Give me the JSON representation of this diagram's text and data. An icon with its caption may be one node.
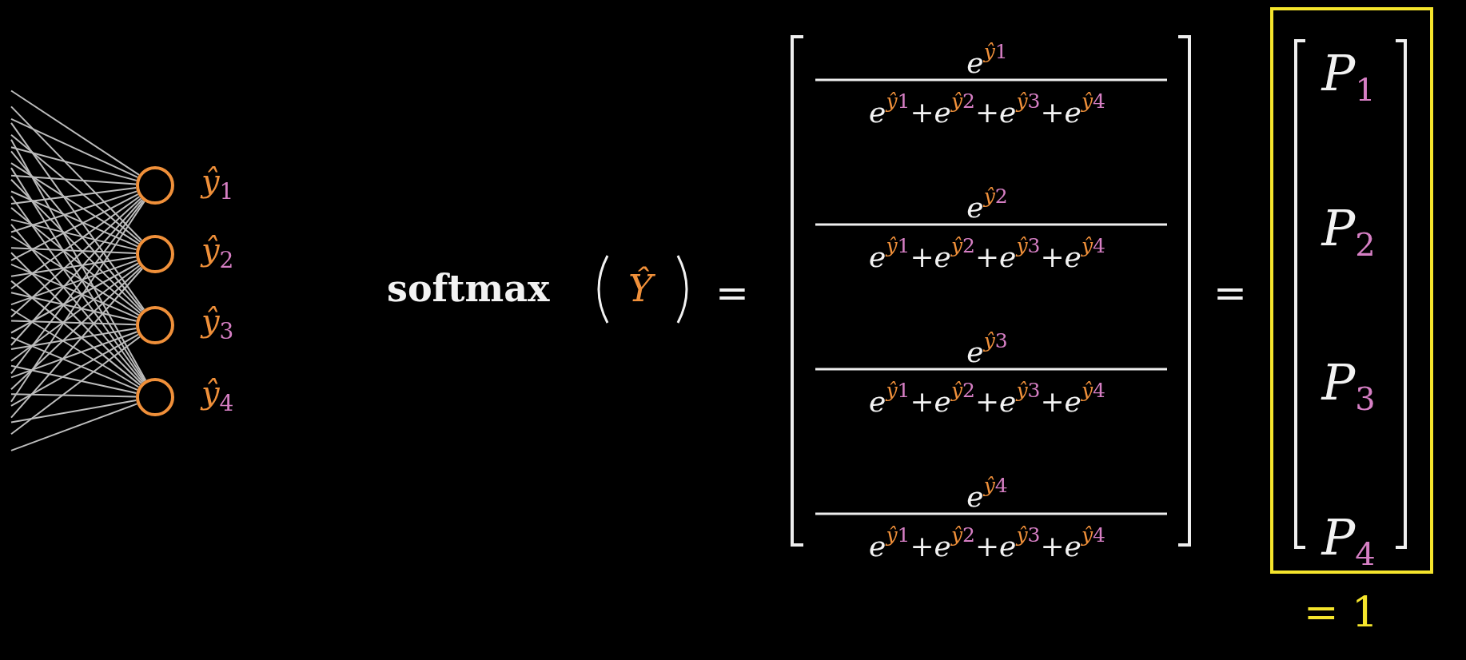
{
  "diagram": {
    "nodes": [
      {
        "text": [],
        "shape": "circle",
        "beside": [
          "ŷ$_{1}$"
        ]
      },
      {
        "text": [],
        "shape": "circle",
        "beside": [
          "ŷ$_{2}$"
        ]
      },
      {
        "text": [],
        "shape": "circle",
        "beside": [
          "ŷ$_{3}$"
        ]
      },
      {
        "text": [],
        "shape": "circle",
        "beside": [
          "ŷ$_{4}$"
        ]
      },
      {
        "text": [
          "P$_{1}$",
          "P$_{2}$",
          "P$_{3}$",
          "P$_{4}$"
        ],
        "beside": [
          "= 1"
        ]
      }
    ],
    "edges": [
      {
        "from": null,
        "to": 0,
        "arrow": "none"
      },
      {
        "from": null,
        "to": 1,
        "arrow": "none"
      },
      {
        "from": null,
        "to": 2,
        "arrow": "none"
      },
      {
        "from": null,
        "to": 3,
        "arrow": "none"
      },
      {
        "from": null,
        "to": 0,
        "arrow": "none"
      },
      {
        "from": null,
        "to": 1,
        "arrow": "none"
      },
      {
        "from": null,
        "to": 2,
        "arrow": "none"
      },
      {
        "from": null,
        "to": 3,
        "arrow": "none"
      },
      {
        "from": null,
        "to": 0,
        "arrow": "none"
      },
      {
        "from": null,
        "to": 1,
        "arrow": "none"
      },
      {
        "from": null,
        "to": 2,
        "arrow": "none"
      },
      {
        "from": null,
        "to": 3,
        "arrow": "none"
      },
      {
        "from": null,
        "to": 0,
        "arrow": "none"
      },
      {
        "from": null,
        "to": 1,
        "arrow": "none"
      },
      {
        "from": null,
        "to": 2,
        "arrow": "none"
      },
      {
        "from": null,
        "to": 3,
        "arrow": "none"
      },
      {
        "from": null,
        "to": 0,
        "arrow": "none"
      },
      {
        "from": null,
        "to": 1,
        "arrow": "none"
      },
      {
        "from": null,
        "to": 2,
        "arrow": "none"
      },
      {
        "from": null,
        "to": 3,
        "arrow": "none"
      },
      {
        "from": null,
        "to": 0,
        "arrow": "none"
      },
      {
        "from": null,
        "to": 1,
        "arrow": "none"
      },
      {
        "from": null,
        "to": 2,
        "arrow": "none"
      },
      {
        "from": null,
        "to": 3,
        "arrow": "none"
      },
      {
        "from": null,
        "to": 0,
        "arrow": "none"
      },
      {
        "from": null,
        "to": 1,
        "arrow": "none"
      },
      {
        "from": null,
        "to": 2,
        "arrow": "none"
      },
      {
        "from": null,
        "to": 3,
        "arrow": "none"
      },
      {
        "from": null,
        "to": 0,
        "arrow": "none"
      },
      {
        "from": null,
        "to": 1,
        "arrow": "none"
      },
      {
        "from": null,
        "to": 2,
        "arrow": "none"
      },
      {
        "from": null,
        "to": 3,
        "arrow": "none"
      },
      {
        "from": null,
        "to": 0,
        "arrow": "none"
      },
      {
        "from": null,
        "to": 1,
        "arrow": "none"
      },
      {
        "from": null,
        "to": 2,
        "arrow": "none"
      },
      {
        "from": null,
        "to": 3,
        "arrow": "none"
      },
      {
        "from": null,
        "to": 0,
        "arrow": "none"
      },
      {
        "from": null,
        "to": 1,
        "arrow": "none"
      },
      {
        "from": null,
        "to": 2,
        "arrow": "none"
      },
      {
        "from": null,
        "to": 3,
        "arrow": "none"
      },
      {
        "from": null,
        "to": 0,
        "arrow": "none"
      },
      {
        "from": null,
        "to": 1,
        "arrow": "none"
      },
      {
        "from": null,
        "to": 2,
        "arrow": "none"
      },
      {
        "from": null,
        "to": 3,
        "arrow": "none"
      },
      {
        "from": null,
        "to": 0,
        "arrow": "none"
      },
      {
        "from": null,
        "to": 1,
        "arrow": "none"
      },
      {
        "from": null,
        "to": 2,
        "arrow": "none"
      },
      {
        "from": null,
        "to": 3,
        "arrow": "none"
      }
    ],
    "labels": [
      "softmax",
      "Ŷ",
      "=",
      "e$^{ŷ1}$",
      "e$^{ŷ1}$+e$^{ŷ2}$+e$^{ŷ3}$+e$^{ŷ4}$",
      "e$^{ŷ2}$",
      "e$^{ŷ1}$+e$^{ŷ2}$+e$^{ŷ3}$+e$^{ŷ4}$",
      "e$^{ŷ3}$",
      "e$^{ŷ1}$+e$^{ŷ2}$+e$^{ŷ3}$+e$^{ŷ4}$",
      "e$^{ŷ4}$",
      "e$^{ŷ1}$+e$^{ŷ2}$+e$^{ŷ3}$+e$^{ŷ4}$",
      "="
    ]
  }
}
